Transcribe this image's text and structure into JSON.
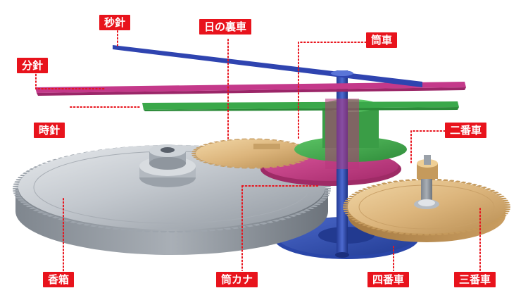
{
  "labels": {
    "second_hand": "秒針",
    "minute_hand": "分針",
    "hour_hand": "時針",
    "hour_wheel": "日の裏車",
    "cannon_pinion": "筒車",
    "center_wheel": "二番車",
    "barrel": "香箱",
    "cannon_pinion_kana": "筒カナ",
    "fourth_wheel": "四番車",
    "third_wheel": "三番車"
  },
  "colors": {
    "label_bg": "#e8131c",
    "label_text": "#ffffff",
    "second_hand": "#2b3ca8",
    "minute_hand": "#c0337e",
    "hour_hand": "#3aa84a",
    "brass": "#d9b074",
    "steel": "#b9bfc6",
    "blue_wheel": "#2f4fb2"
  }
}
